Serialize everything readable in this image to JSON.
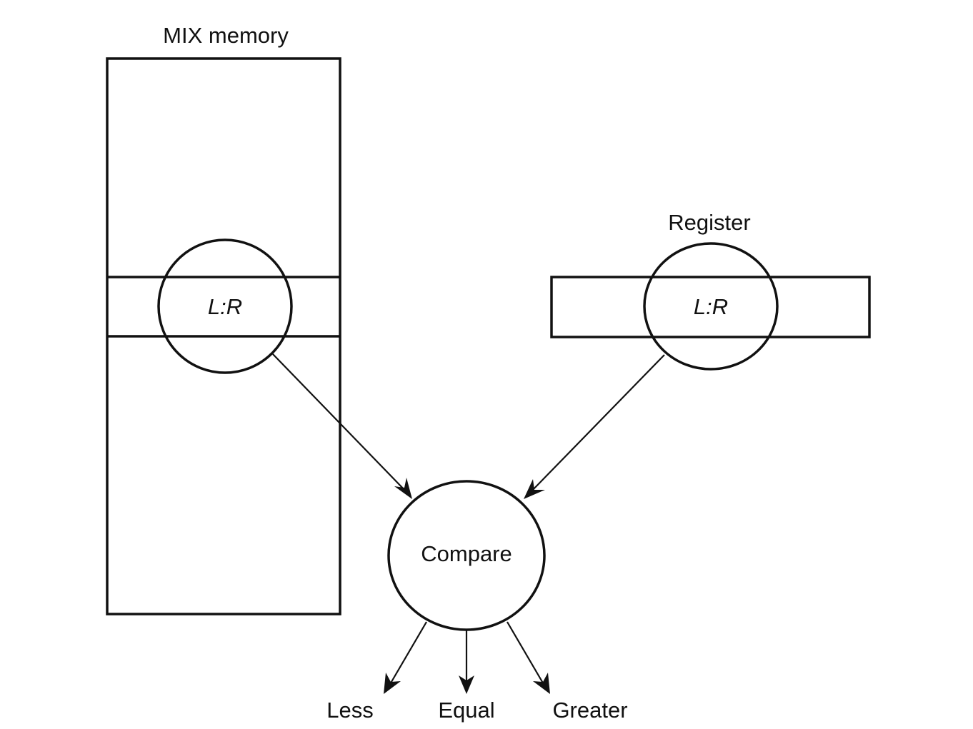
{
  "memory": {
    "label": "MIX memory",
    "field_label": "L:R"
  },
  "register": {
    "label": "Register",
    "field_label": "L:R"
  },
  "compare": {
    "label": "Compare"
  },
  "outcomes": {
    "less": "Less",
    "equal": "Equal",
    "greater": "Greater"
  }
}
